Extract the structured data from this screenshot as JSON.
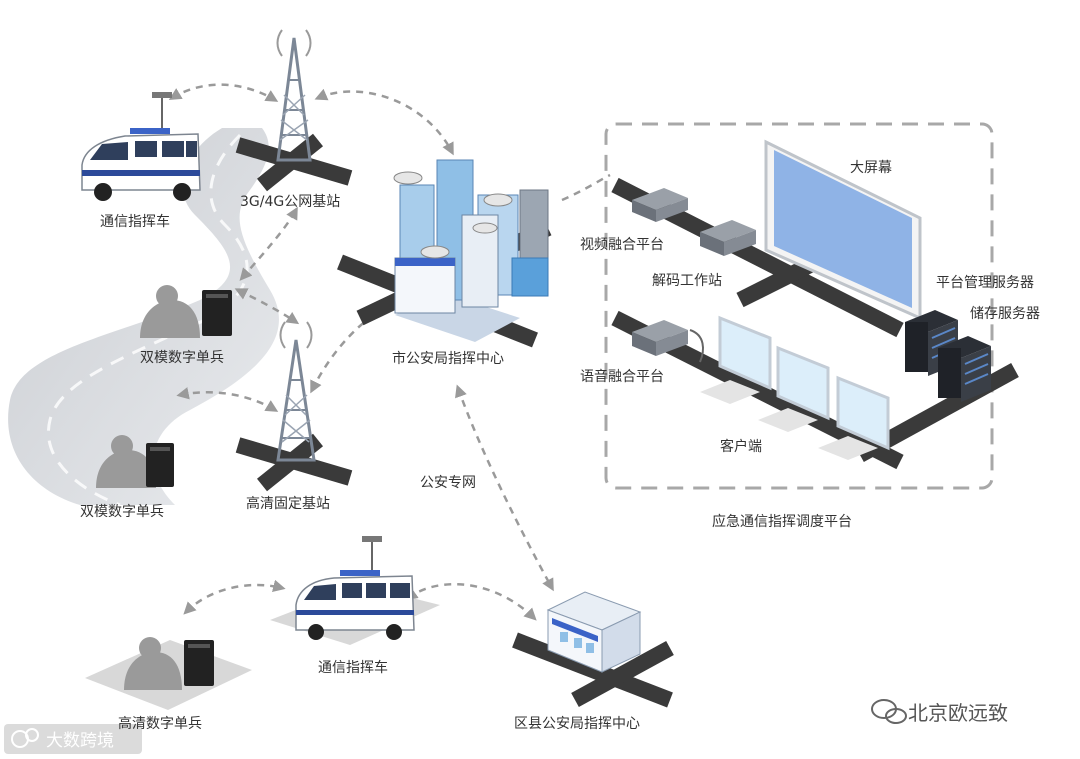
{
  "labels": {
    "vehicle_top": "通信指挥车",
    "tower_top": "3G/4G公网基站",
    "soldier_1": "双模数字单兵",
    "soldier_2": "双模数字单兵",
    "tower_bottom": "高清固定基站",
    "city_center": "市公安局指挥中心",
    "police_network": "公安专网",
    "video_fusion": "视频融合平台",
    "decode_station": "解码工作站",
    "big_screen": "大屏幕",
    "platform_server": "平台管理服务器",
    "storage_server": "储存服务器",
    "voice_fusion": "语音融合平台",
    "client": "客户端",
    "platform_title": "应急通信指挥调度平台",
    "vehicle_bottom": "通信指挥车",
    "soldier_hd": "高清数字单兵",
    "district_center": "区县公安局指挥中心"
  },
  "watermarks": {
    "right": "北京欧远致",
    "left": "大数跨境"
  },
  "colors": {
    "road": "#3a3a3a",
    "dashed_link": "#9a9a9a",
    "screen": "#8fb3e6",
    "monitor": "#dceefa",
    "building": "#8fbfe6"
  }
}
